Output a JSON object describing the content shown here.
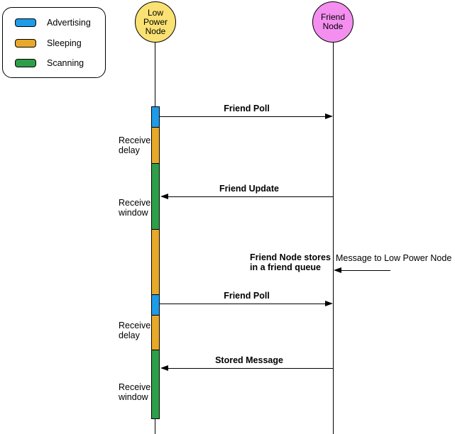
{
  "legend": {
    "items": [
      {
        "label": "Advertising",
        "color": "#1E9BE9"
      },
      {
        "label": "Sleeping",
        "color": "#E8A829"
      },
      {
        "label": "Scanning",
        "color": "#2E9E49"
      }
    ]
  },
  "actors": [
    {
      "name": "Low Power Node",
      "label": "Low\nPower\nNode",
      "color": "#FAE173"
    },
    {
      "name": "Friend Node",
      "label": "Friend\nNode",
      "color": "#F48FF0"
    }
  ],
  "messages": [
    {
      "label": "Friend Poll",
      "from": "Low Power Node",
      "to": "Friend Node"
    },
    {
      "label": "Friend Update",
      "from": "Friend Node",
      "to": "Low Power Node"
    },
    {
      "label": "Message to Low Power Node",
      "from": "external",
      "to": "Friend Node"
    },
    {
      "label": "Friend Poll",
      "from": "Low Power Node",
      "to": "Friend Node"
    },
    {
      "label": "Stored Message",
      "from": "Friend Node",
      "to": "Low Power Node"
    }
  ],
  "annotations": {
    "note": "Friend Node stores\nin a friend queue",
    "phase_labels": [
      {
        "label": "Receive\ndelay"
      },
      {
        "label": "Receive\nwindow"
      },
      {
        "label": "Receive\ndelay"
      },
      {
        "label": "Receive\nwindow"
      }
    ]
  },
  "timeline": {
    "segments": [
      {
        "state": "Advertising"
      },
      {
        "state": "Sleeping"
      },
      {
        "state": "Scanning"
      },
      {
        "state": "Sleeping"
      },
      {
        "state": "Advertising"
      },
      {
        "state": "Sleeping"
      },
      {
        "state": "Scanning"
      }
    ]
  }
}
